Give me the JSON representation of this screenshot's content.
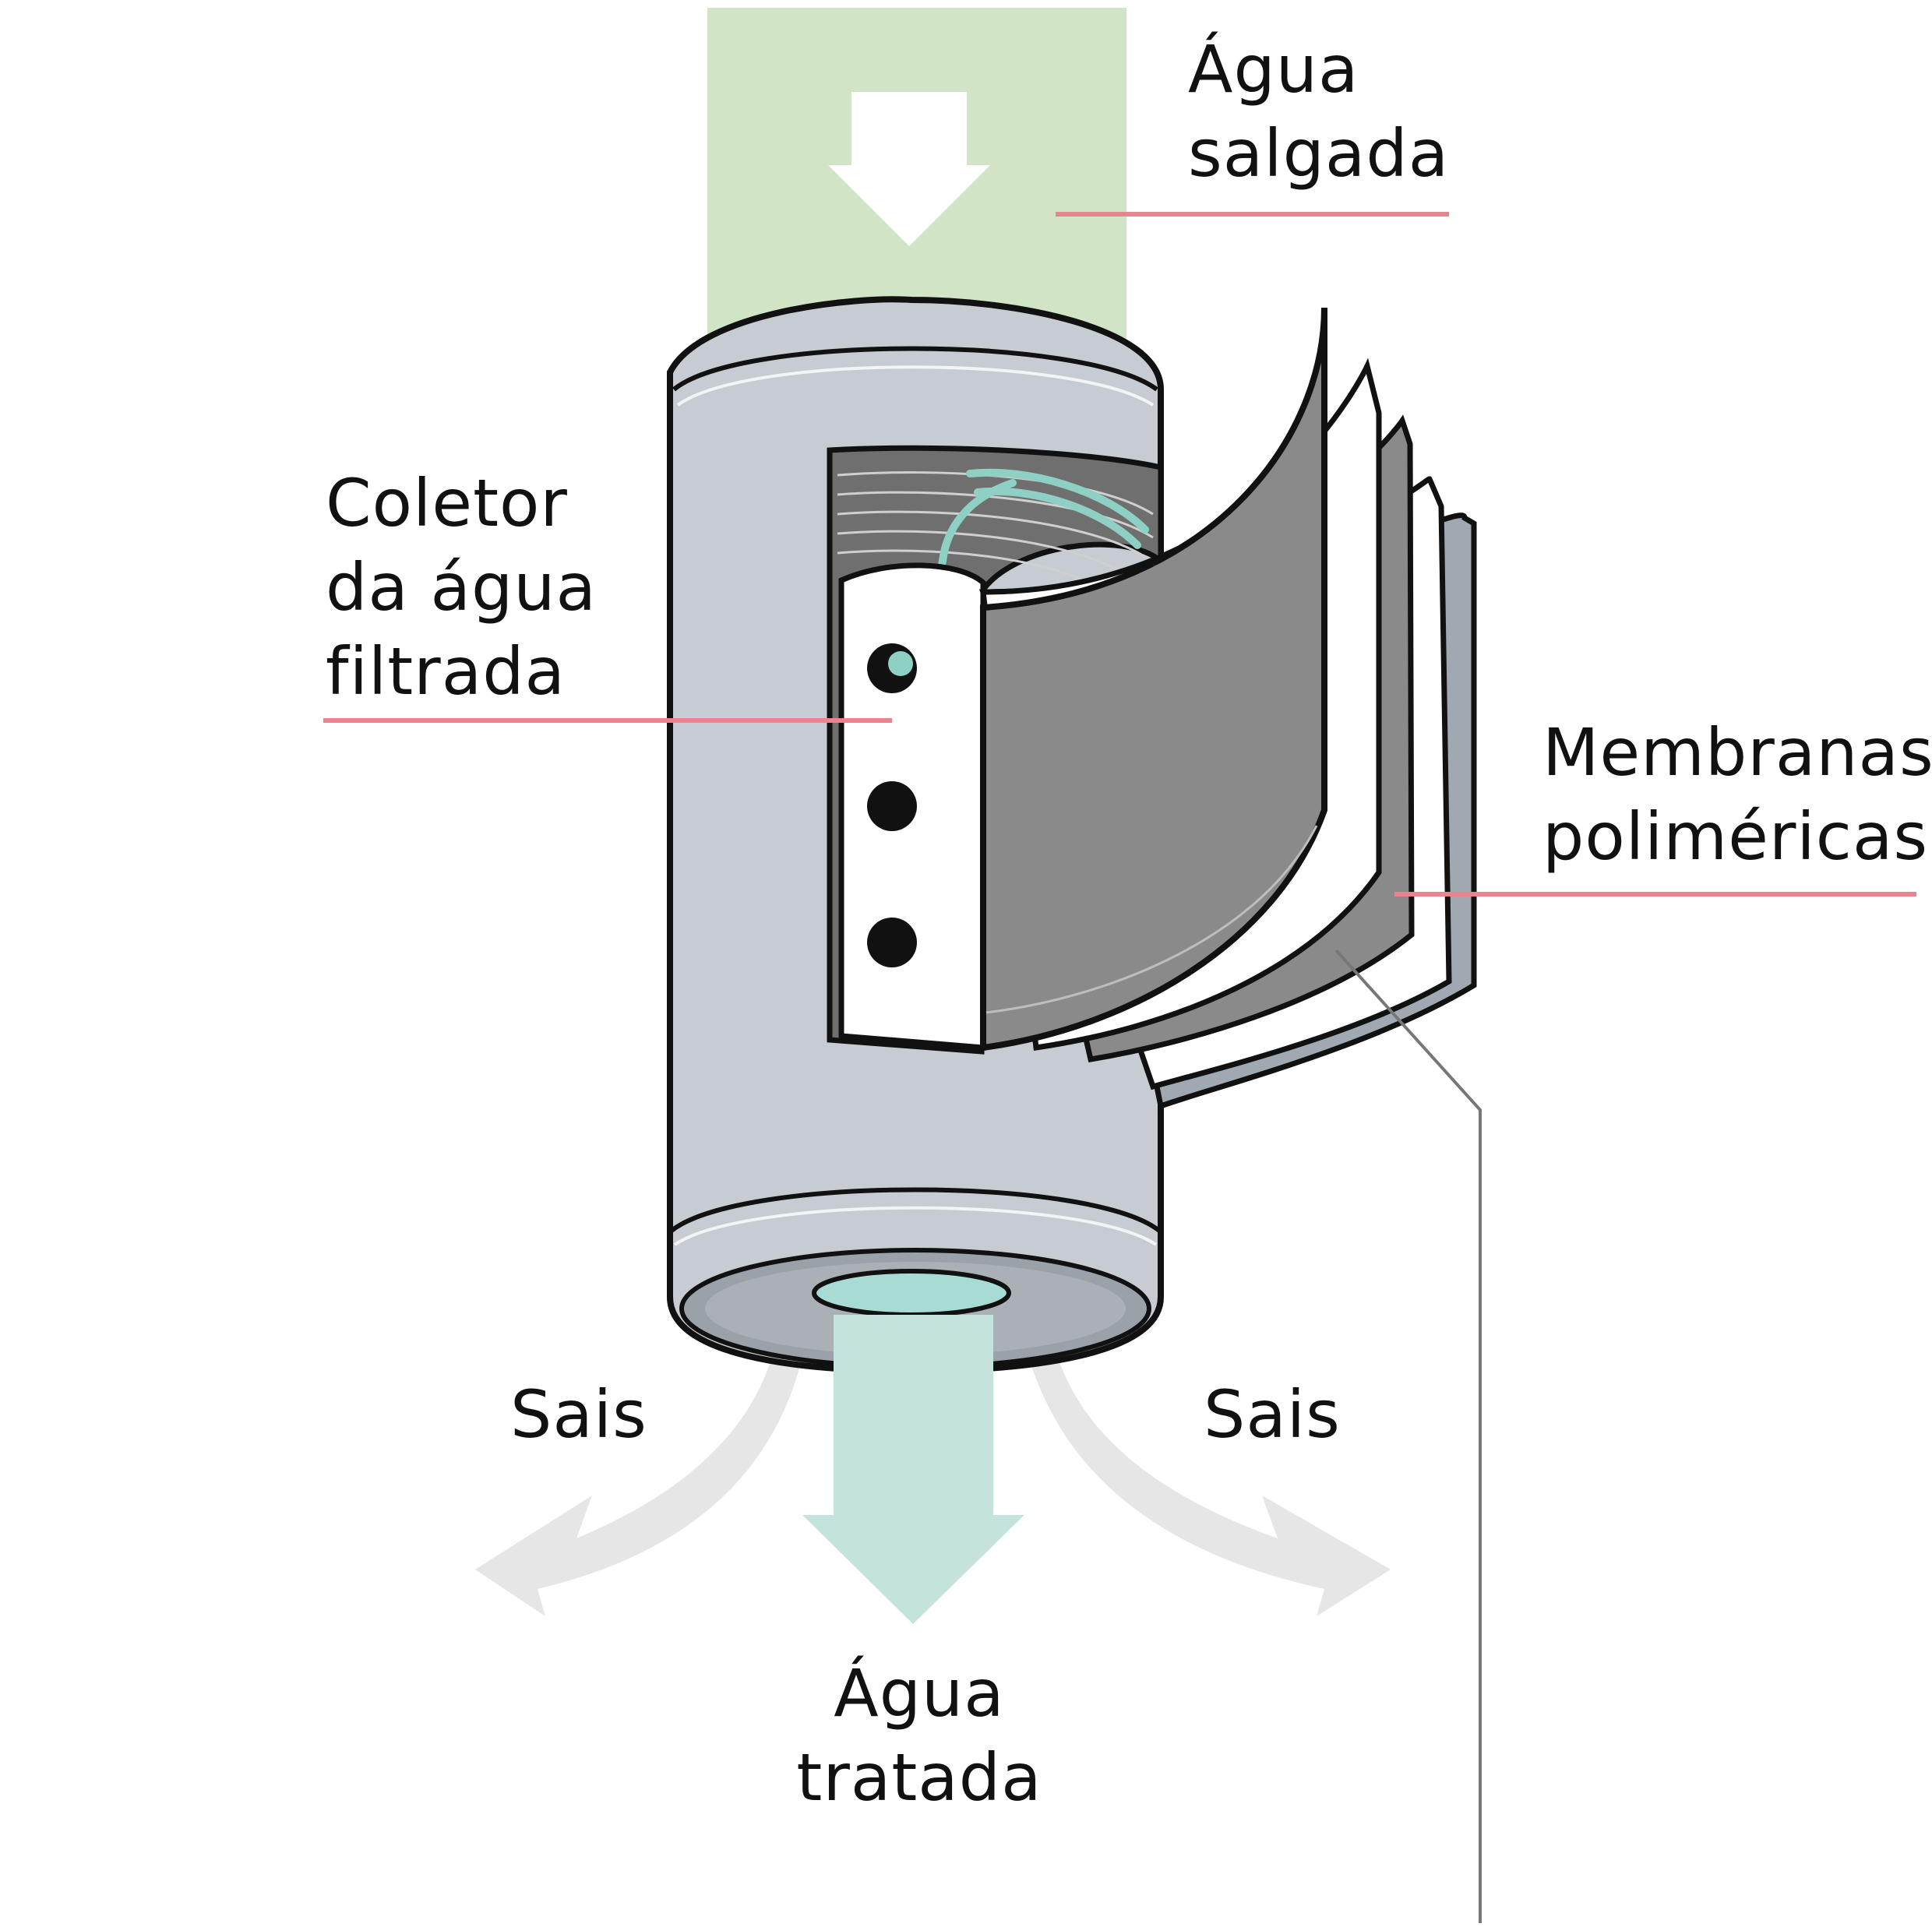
{
  "labels": {
    "agua_salgada": [
      "Água",
      "salgada"
    ],
    "coletor": [
      "Coletor",
      "da água",
      "filtrada"
    ],
    "membranas": [
      "Membranas",
      "poliméricas"
    ],
    "sais_left": "Sais",
    "sais_right": "Sais",
    "agua_tratada": [
      "Água",
      "tratada"
    ]
  },
  "colors": {
    "inflow": "#d1e5c6",
    "outflow": "#c5e3dd",
    "salts": "#e6e6e6",
    "cylinder": "#c7ccd2",
    "membrane_dark": "#8a8a8a",
    "leader_line": "#e8848e",
    "accent_teal": "#8fd0c4"
  }
}
